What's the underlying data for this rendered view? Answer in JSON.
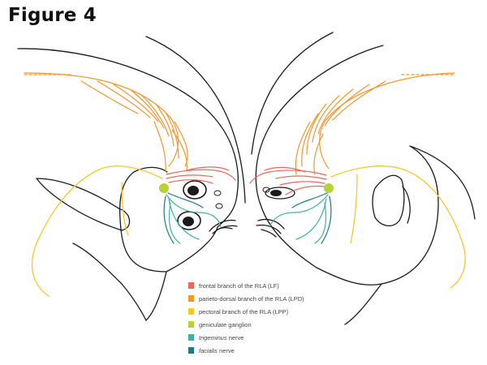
{
  "title": "Figure 4",
  "colors": {
    "outline": "#1a1a1a",
    "frontal": "#e8685e",
    "parieto_dorsal": "#f3962c",
    "pectoral": "#f6c72a",
    "geniculate": "#b7d234",
    "trigeminus": "#3bb2a7",
    "facialis": "#1b7a8c"
  },
  "legend": [
    {
      "label": "frontal branch of the RLA (LF)",
      "color": "#e8685e",
      "italic": false
    },
    {
      "label": "parieto-dorsal branch of the RLA (LPD)",
      "color": "#f3962c",
      "italic": false
    },
    {
      "label": "pectoral branch of the RLA (LPP)",
      "color": "#f6c72a",
      "italic": false
    },
    {
      "label": "geniculate ganglion",
      "color": "#b7d234",
      "italic": false
    },
    {
      "label": "trigeminus nerve",
      "color": "#3bb2a7",
      "italic": true
    },
    {
      "label": "facialis nerve",
      "color": "#1b7a8c",
      "italic": true
    }
  ]
}
